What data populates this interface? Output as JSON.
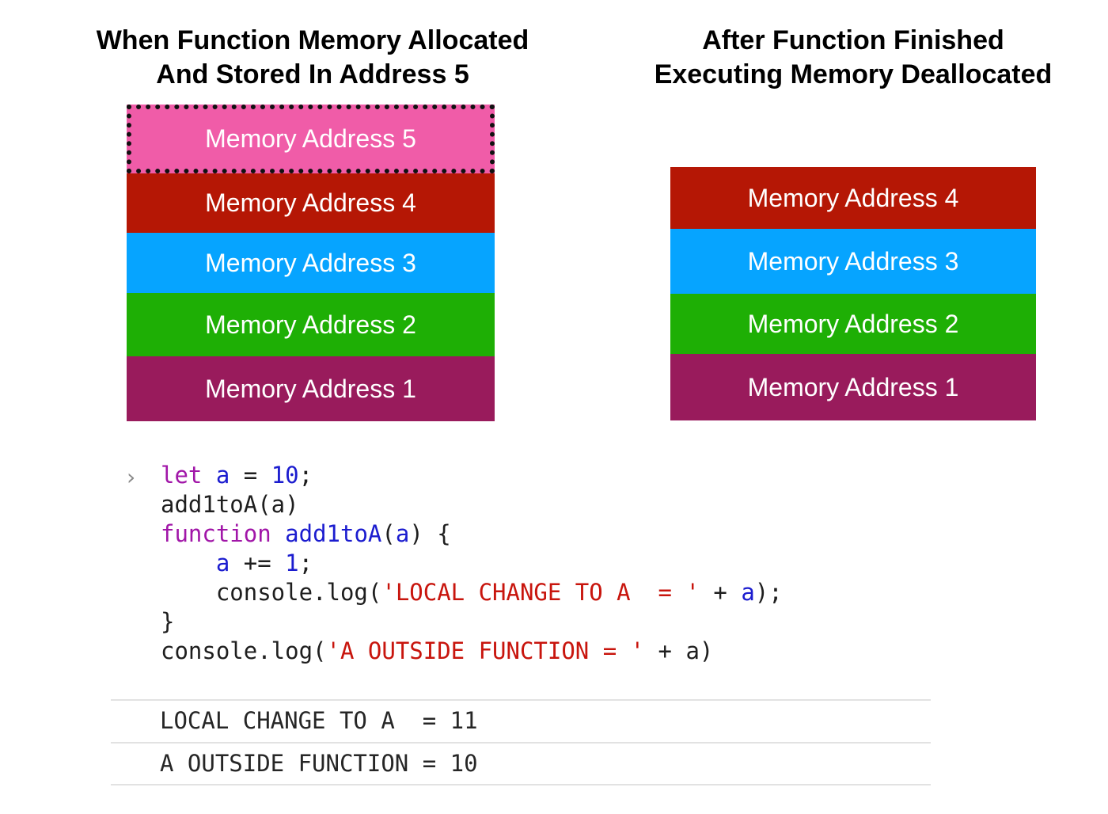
{
  "heading_left": {
    "line1": "When Function Memory Allocated",
    "line2": "And Stored In Address 5"
  },
  "heading_right": {
    "line1": "After Function Finished",
    "line2": "Executing Memory Deallocated"
  },
  "stack_left": [
    {
      "label": "Memory Address 5",
      "color": "#f05ca8",
      "highlighted": true
    },
    {
      "label": "Memory Address 4",
      "color": "#b51705"
    },
    {
      "label": "Memory Address 3",
      "color": "#06a4ff"
    },
    {
      "label": "Memory Address 2",
      "color": "#1eaf05"
    },
    {
      "label": "Memory Address 1",
      "color": "#991b5c"
    }
  ],
  "stack_right": [
    {
      "label": "Memory Address 4",
      "color": "#b51705"
    },
    {
      "label": "Memory Address 3",
      "color": "#06a4ff"
    },
    {
      "label": "Memory Address 2",
      "color": "#1eaf05"
    },
    {
      "label": "Memory Address 1",
      "color": "#991b5c"
    }
  ],
  "console": {
    "prompt": "›",
    "code": [
      [
        {
          "t": "let",
          "c": "kw"
        },
        {
          "t": " ",
          "c": "plain"
        },
        {
          "t": "a",
          "c": "var"
        },
        {
          "t": " = ",
          "c": "plain"
        },
        {
          "t": "10",
          "c": "num"
        },
        {
          "t": ";",
          "c": "plain"
        }
      ],
      [
        {
          "t": "add1toA(a)",
          "c": "plain"
        }
      ],
      [
        {
          "t": "function",
          "c": "kw"
        },
        {
          "t": " ",
          "c": "plain"
        },
        {
          "t": "add1toA",
          "c": "var"
        },
        {
          "t": "(",
          "c": "plain"
        },
        {
          "t": "a",
          "c": "var"
        },
        {
          "t": ") {",
          "c": "plain"
        }
      ],
      [
        {
          "t": "    ",
          "c": "plain"
        },
        {
          "t": "a",
          "c": "var"
        },
        {
          "t": " += ",
          "c": "plain"
        },
        {
          "t": "1",
          "c": "num"
        },
        {
          "t": ";",
          "c": "plain"
        }
      ],
      [
        {
          "t": "    console.log(",
          "c": "plain"
        },
        {
          "t": "'LOCAL CHANGE TO A  = '",
          "c": "str"
        },
        {
          "t": " + ",
          "c": "plain"
        },
        {
          "t": "a",
          "c": "var"
        },
        {
          "t": ");",
          "c": "plain"
        }
      ],
      [
        {
          "t": "}",
          "c": "plain"
        }
      ],
      [
        {
          "t": "console.log(",
          "c": "plain"
        },
        {
          "t": "'A OUTSIDE FUNCTION = '",
          "c": "str"
        },
        {
          "t": " + a)",
          "c": "plain"
        }
      ]
    ],
    "output": [
      "LOCAL CHANGE TO A  = 11",
      "A OUTSIDE FUNCTION = 10"
    ]
  }
}
